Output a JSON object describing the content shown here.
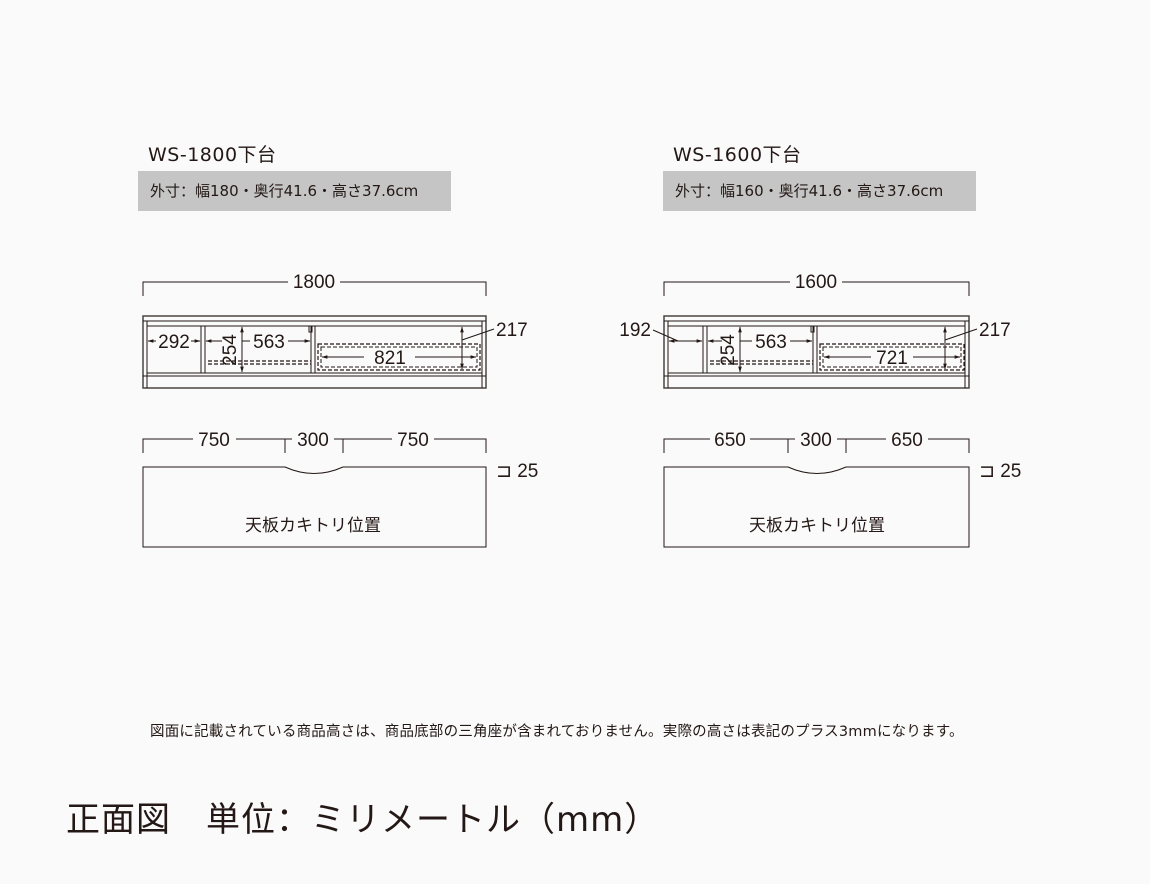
{
  "models": [
    {
      "title": "WS-1800下台",
      "spec": "外寸：幅180・奥行41.6・高さ37.6cm",
      "front": {
        "total_width": "1800",
        "left_inner": "292",
        "middle_height": "254",
        "middle_width": "563",
        "right_width": "821",
        "right_height": "217"
      },
      "top": {
        "segments": [
          "750",
          "300",
          "750"
        ],
        "thickness": "⊐ 25",
        "label": "天板カキトリ位置"
      }
    },
    {
      "title": "WS-1600下台",
      "spec": "外寸：幅160・奥行41.6・高さ37.6cm",
      "front": {
        "total_width": "1600",
        "left_inner": "192",
        "middle_height": "254",
        "middle_width": "563",
        "right_width": "721",
        "right_height": "217"
      },
      "top": {
        "segments": [
          "650",
          "300",
          "650"
        ],
        "thickness": "⊐ 25",
        "label": "天板カキトリ位置"
      }
    }
  ],
  "note": "図面に記載されている商品高さは、商品底部の三角座が含まれておりません。実際の高さは表記のプラス3mmになります。",
  "footer": "正面図　単位：ミリメートル（mm）"
}
